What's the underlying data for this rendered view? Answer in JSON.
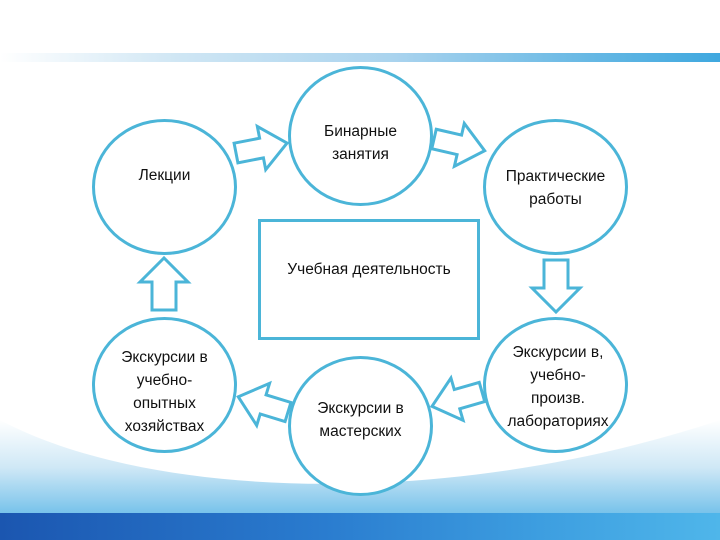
{
  "diagram": {
    "center": "Учебная деятельность",
    "nodes": [
      {
        "id": "lectures",
        "label": "Лекции"
      },
      {
        "id": "binary",
        "label": "Бинарные\nзанятия"
      },
      {
        "id": "practical",
        "label": "Практические\nработы"
      },
      {
        "id": "labs",
        "label": "Экскурсии в,\nучебно-\nпроизв.\nлабораториях"
      },
      {
        "id": "workshops",
        "label": "Экскурсии в\nмастерских"
      },
      {
        "id": "farms",
        "label": "Экскурсии в\nучебно-\nопытных\nхозяйствах"
      }
    ],
    "flow": [
      "lectures",
      "binary",
      "practical",
      "labs",
      "workshops",
      "farms",
      "lectures"
    ],
    "colors": {
      "outline": "#4bb5d8",
      "accent_bar": "#2a7ccf"
    }
  }
}
